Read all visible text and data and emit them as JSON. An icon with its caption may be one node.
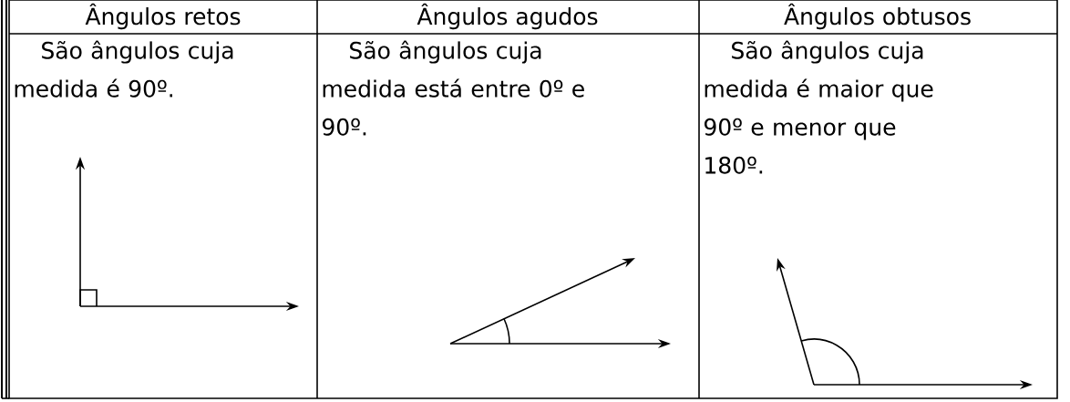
{
  "diagram": {
    "labels": [
      "Ângulos retos",
      "Ângulos agudos",
      "Ângulos obtusos",
      "São ângulos cuja medida é 90º.",
      "São ângulos cuja medida está entre 0º e 90º.",
      "São ângulos cuja medida é maior que 90º e menor que 180º."
    ]
  }
}
